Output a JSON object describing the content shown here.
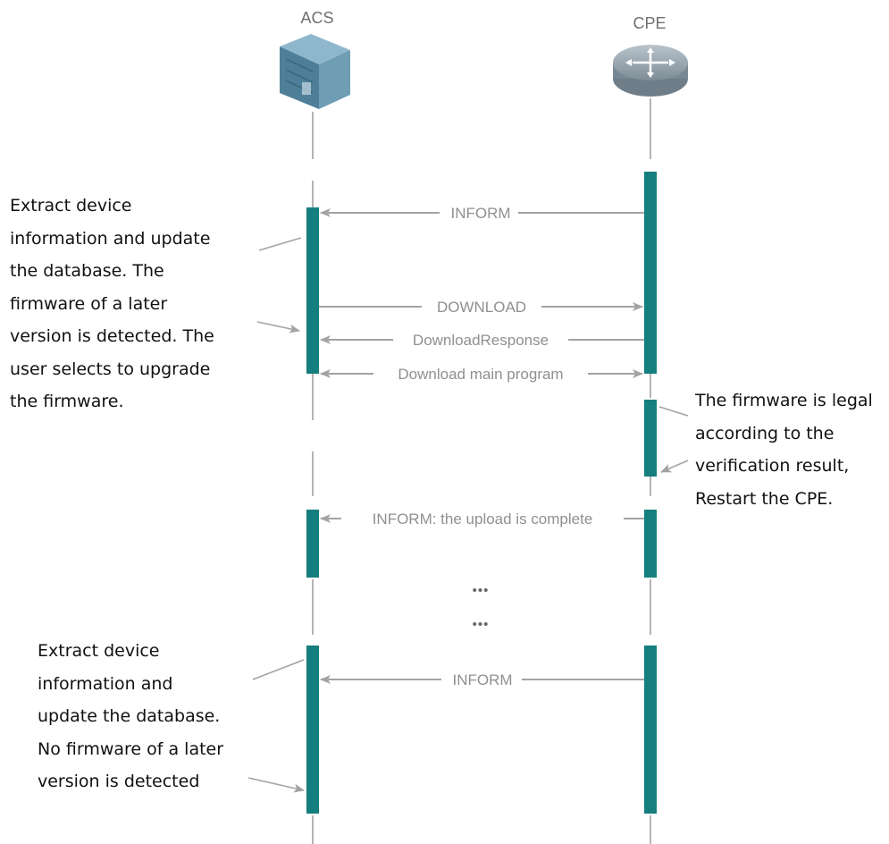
{
  "participants": {
    "acs": {
      "label": "ACS",
      "icon": "server-icon"
    },
    "cpe": {
      "label": "CPE",
      "icon": "router-icon"
    }
  },
  "messages": {
    "m1": "INFORM",
    "m2": "DOWNLOAD",
    "m3": "DownloadResponse",
    "m4": "Download main program",
    "m5": "INFORM: the upload is complete",
    "m6": "INFORM"
  },
  "ellipsis": [
    "•••",
    "•••"
  ],
  "notes": {
    "acs_upgrade": "Extract device\ninformation and update\nthe database. The\nfirmware of a later\nversion is detected. The\nuser selects to upgrade\nthe firmware.",
    "cpe_restart": "The firmware is legal\naccording to the\nverification result,\nRestart the CPE.",
    "acs_no_upgrade": "Extract device\ninformation and\nupdate the database.\nNo firmware of a later\nversion is detected"
  },
  "colors": {
    "activation": "#157e7e",
    "lifeline": "#b4b4b4",
    "arrow": "#a3a3a3",
    "server": "#5d8fa8",
    "router": "#8c9ba6"
  }
}
